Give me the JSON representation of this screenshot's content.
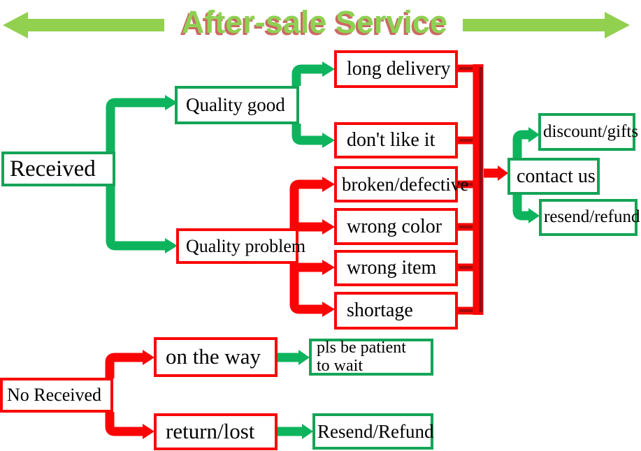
{
  "title": {
    "text": "After-sale Service"
  },
  "colors": {
    "title_green": "#8ed152",
    "title_shadow": "#cb6a63",
    "banner_arrow_green": "#92d050",
    "box_border_green": "#14a457",
    "box_border_red": "#f90606",
    "connector_green": "#0db45d",
    "connector_red": "#fa0505",
    "collector_dark_red": "#8e0e12",
    "text_black": "#000000"
  },
  "nodes": {
    "received": {
      "label": "Received"
    },
    "quality_good": {
      "label": "Quality good"
    },
    "quality_problem": {
      "label": "Quality problem"
    },
    "long_delivery": {
      "label": "long delivery"
    },
    "dont_like_it": {
      "label": "don't like it"
    },
    "broken_defective": {
      "label": "broken/defective"
    },
    "wrong_color": {
      "label": "wrong color"
    },
    "wrong_item": {
      "label": "wrong item"
    },
    "shortage": {
      "label": "shortage"
    },
    "contact_us": {
      "label": "contact us"
    },
    "discount_gifts": {
      "label": "discount/gifts"
    },
    "resend_refund": {
      "label": "resend/refund"
    },
    "no_received": {
      "label": "No Received"
    },
    "on_the_way": {
      "label": "on the way"
    },
    "pls_be_patient": {
      "label": "pls be patient\nto wait"
    },
    "return_lost": {
      "label": "return/lost"
    },
    "resend_refund_caps": {
      "label": "Resend/Refund"
    }
  }
}
